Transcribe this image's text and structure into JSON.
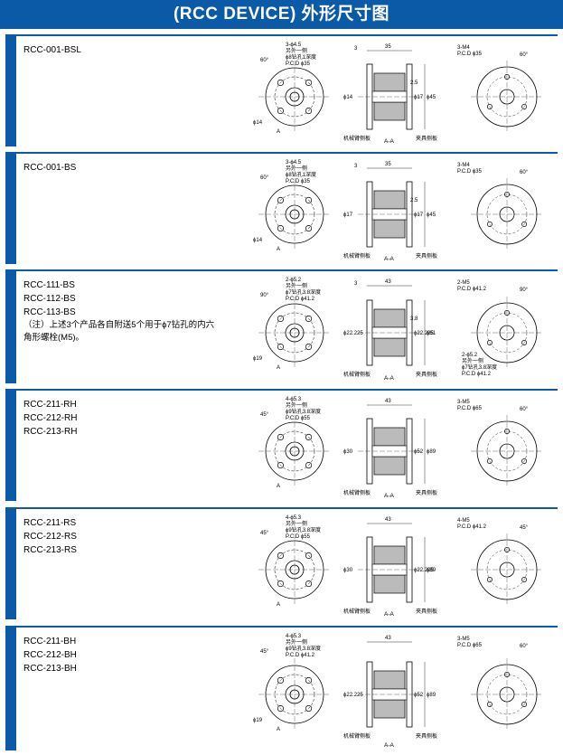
{
  "title": "(RCC DEVICE) 外形尺寸图",
  "sections": [
    {
      "models": [
        "RCC-001-BSL"
      ],
      "note": "",
      "labels": {
        "hole": "3-ϕ4.5",
        "other_side": "另外一侧",
        "counterbore": "ϕ8钻孔1深度",
        "pcd": "P.C.D ϕ35",
        "angle": "60°",
        "a_mark": "A",
        "d_small": "ϕ14",
        "w3": "3",
        "w35": "35",
        "d1": "2.5",
        "dia_left": "ϕ14",
        "dia_mid": "ϕ17",
        "dia_outer": "ϕ45",
        "arm_plate": "机械臂侧板",
        "clamp_plate": "夹具侧板",
        "section": "A-A",
        "right_hole": "3-M4",
        "right_pcd": "P.C.D ϕ35",
        "right_angle": "60°"
      }
    },
    {
      "models": [
        "RCC-001-BS"
      ],
      "note": "",
      "labels": {
        "hole": "3-ϕ4.5",
        "other_side": "另外一侧",
        "counterbore": "ϕ8钻孔1深度",
        "pcd": "P.C.D ϕ35",
        "angle": "60°",
        "a_mark": "A",
        "d_small": "ϕ14",
        "w3": "3",
        "w35": "35",
        "d1": "2.5",
        "dia_left": "ϕ17",
        "dia_mid": "ϕ17",
        "dia_outer": "ϕ45",
        "arm_plate": "机械臂侧板",
        "clamp_plate": "夹具侧板",
        "section": "A-A",
        "right_hole": "3-M4",
        "right_pcd": "P.C.D ϕ35",
        "right_angle": "60°"
      }
    },
    {
      "models": [
        "RCC-111-BS",
        "RCC-112-BS",
        "RCC-113-BS"
      ],
      "note": "（注）上述3个产品各自附送5个用于ϕ7钻孔的内六角形螺栓(M5)。",
      "labels": {
        "hole": "2-ϕ5.2",
        "other_side": "另外一侧",
        "counterbore": "ϕ7钻孔3.8深度",
        "pcd": "P.C.D ϕ41.2",
        "angle": "90°",
        "a_mark": "A",
        "d_small": "ϕ19",
        "w3": "3",
        "w35": "43",
        "d1": "3.8",
        "dia_left": "ϕ22.225",
        "dia_mid": "ϕ22.225",
        "dia_outer": "ϕ61",
        "arm_plate": "机械臂侧板",
        "clamp_plate": "夹具侧板",
        "section": "A-A",
        "right_hole": "2-M5",
        "right_pcd": "P.C.D ϕ41.2",
        "right_angle": "90°",
        "extra_hole": "2-ϕ5.2",
        "extra_side": "另外一侧",
        "extra_cb": "ϕ7钻孔3.8深度",
        "extra_pcd": "P.C.D ϕ41.2"
      }
    },
    {
      "models": [
        "RCC-211-RH",
        "RCC-212-RH",
        "RCC-213-RH"
      ],
      "note": "",
      "labels": {
        "hole": "4-ϕ5.3",
        "other_side": "另外一侧",
        "counterbore": "ϕ9钻孔3.8深度",
        "pcd": "P.C.D ϕ55",
        "angle": "45°",
        "a_mark": "A",
        "d_small": "",
        "w3": "",
        "w35": "43",
        "d1": "",
        "dia_left": "ϕ30",
        "dia_mid": "ϕ52",
        "dia_outer": "ϕ89",
        "arm_plate": "机械臂侧板",
        "clamp_plate": "夹具侧板",
        "section": "A-A",
        "right_hole": "3-M5",
        "right_pcd": "P.C.D ϕ65",
        "right_angle": "60°"
      }
    },
    {
      "models": [
        "RCC-211-RS",
        "RCC-212-RS",
        "RCC-213-RS"
      ],
      "note": "",
      "labels": {
        "hole": "4-ϕ5.3",
        "other_side": "另外一侧",
        "counterbore": "ϕ9钻孔3.8深度",
        "pcd": "P.C.D ϕ55",
        "angle": "45°",
        "a_mark": "A",
        "d_small": "",
        "w3": "",
        "w35": "43",
        "d1": "",
        "dia_left": "ϕ30",
        "dia_mid": "ϕ22.225",
        "dia_outer": "ϕ89",
        "arm_plate": "机械臂侧板",
        "clamp_plate": "夹具侧板",
        "section": "A-A",
        "right_hole": "4-M5",
        "right_pcd": "P.C.D ϕ41.2",
        "right_angle": "45°"
      }
    },
    {
      "models": [
        "RCC-211-BH",
        "RCC-212-BH",
        "RCC-213-BH"
      ],
      "note": "",
      "labels": {
        "hole": "4-ϕ5.3",
        "other_side": "另外一侧",
        "counterbore": "ϕ9钻孔3.8深度",
        "pcd": "P.C.D ϕ41.2",
        "angle": "45°",
        "a_mark": "A",
        "d_small": "ϕ19",
        "w3": "",
        "w35": "43",
        "d1": "",
        "dia_left": "ϕ22.225",
        "dia_mid": "ϕ52",
        "dia_outer": "ϕ89",
        "arm_plate": "机械臂侧板",
        "clamp_plate": "夹具侧板",
        "section": "A-A",
        "right_hole": "3-M5",
        "right_pcd": "P.C.D ϕ65",
        "right_angle": "60°"
      }
    }
  ]
}
